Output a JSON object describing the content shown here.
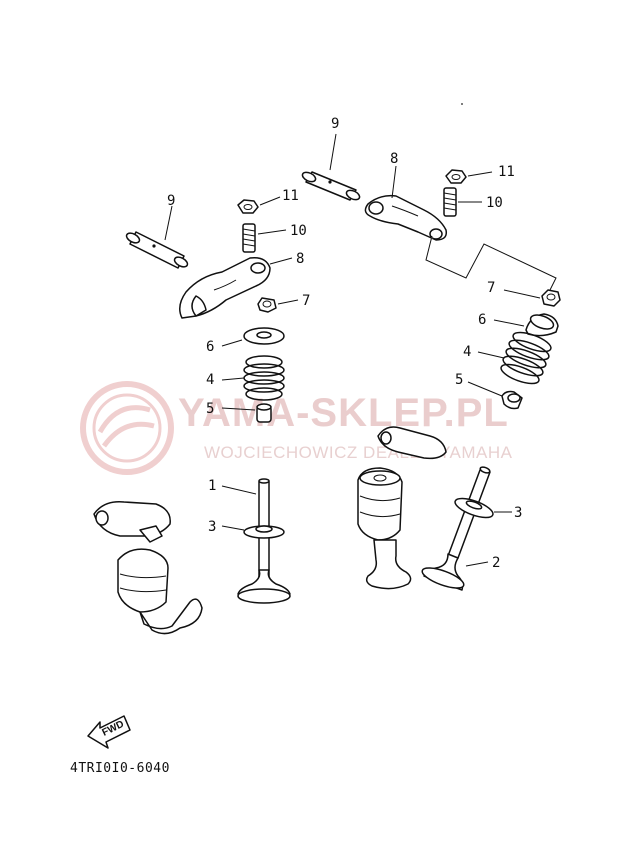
{
  "watermark": {
    "brand": "YAMA-SKLEP.PL",
    "tagline": "WOJCIECHOWICZ DEALER YAMAHA"
  },
  "diagram_code": "4TRI0I0-6040",
  "fwd_label": "FWD",
  "callouts": {
    "n1": "1",
    "n2": "2",
    "n3": "3",
    "n4": "4",
    "n5": "5",
    "n6": "6",
    "n7": "7",
    "n8": "8",
    "n9": "9",
    "n10": "10",
    "n11": "11"
  },
  "colors": {
    "line": "#111111",
    "watermark": "#e8c8c8",
    "background": "#ffffff"
  }
}
